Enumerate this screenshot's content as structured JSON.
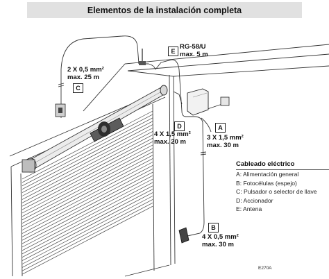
{
  "title": "Elementos de la instalación completa",
  "labels": {
    "e": {
      "letter": "E",
      "line1": "RG-58/U",
      "line2": "max. 5 m"
    },
    "c": {
      "letter": "C",
      "line1": "2 X 0,5 mm²",
      "line2": "max. 25 m"
    },
    "d": {
      "letter": "D",
      "line1": "4 X 1,5 mm²",
      "line2": "max. 20 m"
    },
    "a": {
      "letter": "A",
      "line1": "3 X 1,5 mm²",
      "line2": "max. 30 m"
    },
    "b": {
      "letter": "B",
      "line1": "4 X 0,5 mm²",
      "line2": "max. 30 m"
    }
  },
  "legend": {
    "title": "Cableado eléctrico",
    "items": [
      "A:  Alimentación general",
      "B:  Fotocélulas (espejo)",
      "C:  Pulsador o selector de llave",
      "D:  Accionador",
      "E:  Antena"
    ]
  },
  "figure_code": "E270A"
}
